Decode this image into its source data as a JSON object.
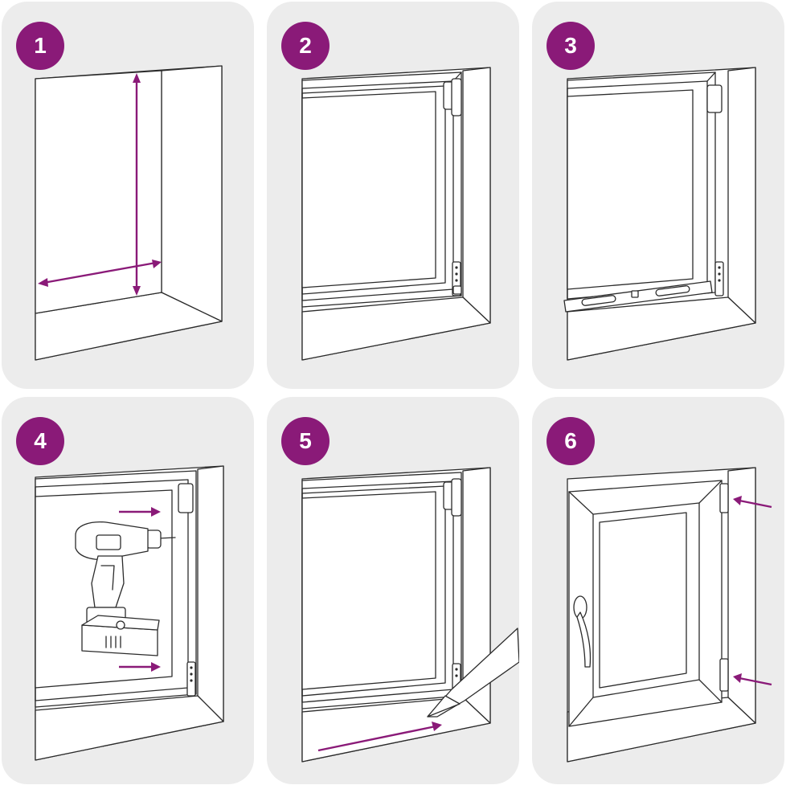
{
  "steps": [
    {
      "number": "1"
    },
    {
      "number": "2"
    },
    {
      "number": "3"
    },
    {
      "number": "4"
    },
    {
      "number": "5"
    },
    {
      "number": "6"
    }
  ],
  "colors": {
    "accent": "#8a1a78",
    "panel_bg": "#ececec",
    "line": "#2b2b2b"
  },
  "icons": [
    "measure-arrows-icon",
    "drill-icon",
    "caulk-gun-icon",
    "window-handle-icon",
    "push-arrow-icon"
  ]
}
